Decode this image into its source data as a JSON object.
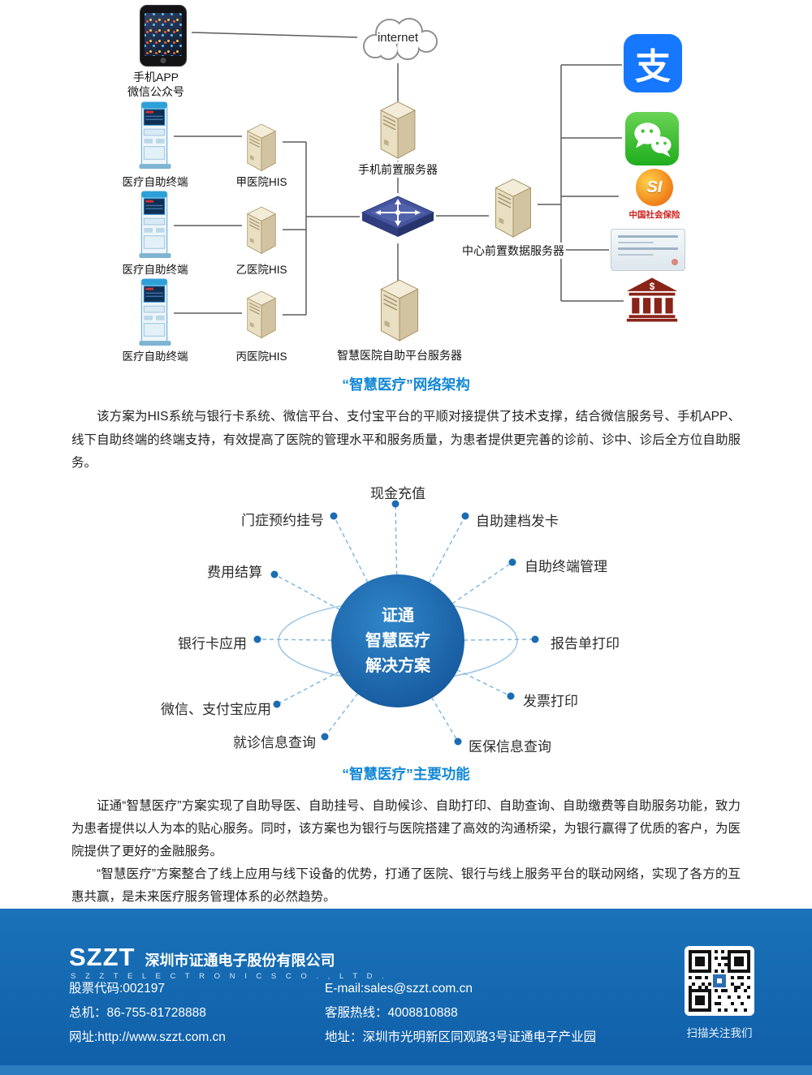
{
  "network": {
    "caption": "“智慧医疗”网络架构",
    "phone_label1": "手机APP",
    "phone_label2": "微信公众号",
    "internet_label": "internet",
    "mobile_front_server": "手机前置服务器",
    "kiosk_label": "医疗自助终端",
    "his1": "甲医院HIS",
    "his2": "乙医院HIS",
    "his3": "丙医院HIS",
    "center_server": "中心前置数据服务器",
    "platform_server": "智慧医院自助平台服务器",
    "alipay_glyph": "支",
    "si_glyph": "SI",
    "si_label": "中国社会保险",
    "bank_glyph": "$"
  },
  "sections": {
    "intro": "该方案为HIS系统与银行卡系统、微信平台、支付宝平台的平顺对接提供了技术支撑，结合微信服务号、手机APP、线下自助终端的终端支持，有效提高了医院的管理水平和服务质量，为患者提供更完善的诊前、诊中、诊后全方位自助服务。",
    "p2": "证通“智慧医疗”方案实现了自助导医、自助挂号、自助候诊、自助打印、自助查询、自助缴费等自助服务功能，致力为患者提供以人为本的贴心服务。同时，该方案也为银行与医院搭建了高效的沟通桥梁，为银行赢得了优质的客户，为医院提供了更好的金融服务。",
    "p3": "“智慧医疗”方案整合了线上应用与线下设备的优势，打通了医院、银行与线上服务平台的联动网络，实现了各方的互惠共赢，是未来医疗服务管理体系的必然趋势。"
  },
  "functions": {
    "caption": "“智慧医疗”主要功能",
    "center": [
      "证通",
      "智慧医疗",
      "解决方案"
    ],
    "items": [
      "现金充值",
      "门症预约挂号",
      "自助建档发卡",
      "费用结算",
      "自助终端管理",
      "银行卡应用",
      "报告单打印",
      "微信、支付宝应用",
      "发票打印",
      "就诊信息查询",
      "医保信息查询"
    ]
  },
  "footer": {
    "logo_text": "SZZT",
    "company_cn": "深圳市证通电子股份有限公司",
    "company_en": "S Z Z T   E L E C T R O N I C S   C O . ,   L T D .",
    "stock": "股票代码:002197",
    "phone": "总机：86-755-81728888",
    "website": "网址:http://www.szzt.com.cn",
    "email": "E-mail:sales@szzt.com.cn",
    "hotline": "客服热线：4008810888",
    "address": "地址：深圳市光明新区同观路3号证通电子产业园",
    "qr_caption": "扫描关注我们"
  },
  "colors": {
    "accent_blue": "#1287d5",
    "footer_blue": "#1469b0",
    "circle_blue": "#1e6cb0",
    "alipay_blue": "#1677ff",
    "wechat_green": "#2dbf28",
    "bank_red": "#8a2318"
  }
}
